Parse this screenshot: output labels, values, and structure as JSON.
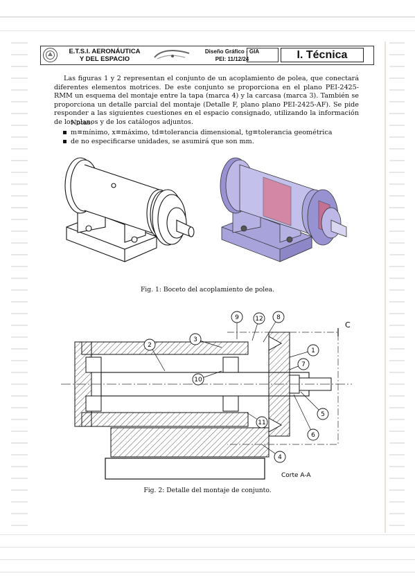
{
  "header": {
    "org_line1": "E.T.S.I. AERONÁUTICA",
    "org_line2": "Y DEL ESPACIO",
    "course_line1": "Diseño Gráfico - GIA",
    "course_line2": "PEI: 11/12/24",
    "section": "I. Técnica"
  },
  "intro": "Las figuras 1 y 2 representan el conjunto de un acoplamiento de polea, que conectará diferentes elementos motrices. De este conjunto se proporciona en el plano PEI-2425-RMM un esquema del montaje entre la tapa (marca 4) y la carcasa (marca 3). También se proporciona un detalle parcial del montaje (Detalle F, plano plano PEI-2425-AF). Se pide responder a las siguientes cuestiones en el espacio consignado, utilizando la información de los planos y de los catálogos adjuntos.",
  "notes_title": "Notas:",
  "notes": [
    "m≡mínimo, x≡máximo, td≡tolerancia dimensional, tg≡tolerancia geométrica",
    "de no especificarse unidades, se asumirá que son mm."
  ],
  "fig1_caption": "Fig. 1: Boceto del acoplamiento de polea.",
  "fig2_caption": "Fig. 2: Detalle del montaje de conjunto.",
  "fig2": {
    "section_letter": "C",
    "section_label": "Corte A-A",
    "marks": [
      "1",
      "2",
      "3",
      "4",
      "5",
      "6",
      "7",
      "8",
      "9",
      "10",
      "11",
      "12"
    ],
    "colors": {
      "hatch_red": "#e05a6a",
      "body_lilac": "#a9a3dc"
    }
  }
}
